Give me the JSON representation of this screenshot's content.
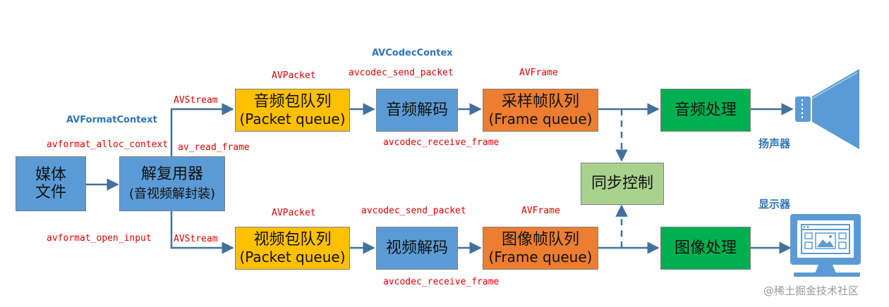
{
  "colors": {
    "blue": "#5b9bd5",
    "yellow": "#ffc000",
    "orange": "#ed7d31",
    "green": "#00b050",
    "light_green": "#a9d18e",
    "arrow": "#41719c",
    "label_red": "#e00000",
    "context_blue": "#2e75b6"
  },
  "boxes": {
    "media_file": {
      "line1": "媒体",
      "line2": "文件"
    },
    "demuxer": {
      "title": "解复用器",
      "subtitle": "(音视频解封装)"
    },
    "audio_packet_queue": {
      "title": "音频包队列",
      "subtitle": "(Packet queue)"
    },
    "audio_decoder": {
      "title": "音频解码"
    },
    "sample_frame_queue": {
      "title": "采样帧队列",
      "subtitle": "(Frame queue)"
    },
    "audio_processing": {
      "title": "音频处理"
    },
    "sync_control": {
      "title": "同步控制"
    },
    "video_packet_queue": {
      "title": "视频包队列",
      "subtitle": "(Packet queue)"
    },
    "video_decoder": {
      "title": "视频解码"
    },
    "image_frame_queue": {
      "title": "图像帧队列",
      "subtitle": "(Frame queue)"
    },
    "image_processing": {
      "title": "图像处理"
    }
  },
  "labels": {
    "avformat_context": "AVFormatContext",
    "avformat_alloc_context": "avformat_alloc_context",
    "avformat_open_input": "avformat_open_input",
    "av_read_frame": "av_read_frame",
    "avstream_top": "AVStream",
    "avstream_bottom": "AVStream",
    "avcodec_contex": "AVCodecContex",
    "avpacket_top": "AVPacket",
    "avpacket_bottom": "AVPacket",
    "send_packet_top": "avcodec_send_packet",
    "send_packet_bottom": "avcodec_send_packet",
    "receive_frame_top": "avcodec_receive_frame",
    "receive_frame_bottom": "avcodec_receive_frame",
    "avframe_top": "AVFrame",
    "avframe_bottom": "AVFrame"
  },
  "devices": {
    "speaker": "扬声器",
    "display": "显示器"
  },
  "watermark": "@稀土掘金技术社区"
}
